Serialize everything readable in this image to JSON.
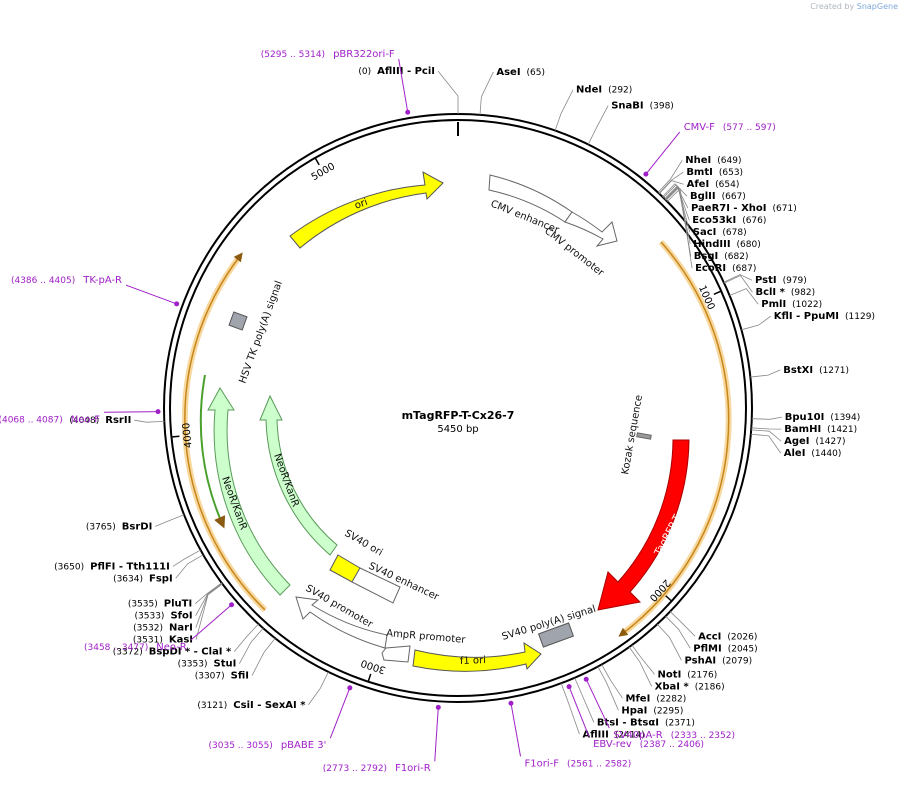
{
  "credit": {
    "prefix": "Created by",
    "brand": "SnapGene"
  },
  "plasmid": {
    "name": "mTagRFP-T-Cx26-7",
    "length_label": "5450 bp",
    "length": 5450
  },
  "ticks": [
    {
      "pos": 1000,
      "label": "1000"
    },
    {
      "pos": 2000,
      "label": "2000"
    },
    {
      "pos": 3000,
      "label": "3000"
    },
    {
      "pos": 4000,
      "label": "4000"
    },
    {
      "pos": 5000,
      "label": "5000"
    }
  ],
  "sites_right": [
    {
      "name": "AseI",
      "pos_label": "(65)",
      "pos": 65
    },
    {
      "name": "NdeI",
      "pos_label": "(292)",
      "pos": 292
    },
    {
      "name": "SnaBI",
      "pos_label": "(398)",
      "pos": 398
    },
    {
      "name": "NheI",
      "pos_label": "(649)",
      "pos": 649
    },
    {
      "name": "BmtI",
      "pos_label": "(653)",
      "pos": 653
    },
    {
      "name": "AfeI",
      "pos_label": "(654)",
      "pos": 654
    },
    {
      "name": "BglII",
      "pos_label": "(667)",
      "pos": 667
    },
    {
      "name": "PaeR7I - XhoI",
      "pos_label": "(671)",
      "pos": 671
    },
    {
      "name": "Eco53kI",
      "pos_label": "(676)",
      "pos": 676
    },
    {
      "name": "SacI",
      "pos_label": "(678)",
      "pos": 678
    },
    {
      "name": "HindIII",
      "pos_label": "(680)",
      "pos": 680
    },
    {
      "name": "BsgI",
      "pos_label": "(682)",
      "pos": 682
    },
    {
      "name": "EcoRI",
      "pos_label": "(687)",
      "pos": 687
    },
    {
      "name": "PstI",
      "pos_label": "(979)",
      "pos": 979
    },
    {
      "name": "BclI *",
      "pos_label": "(982)",
      "pos": 982
    },
    {
      "name": "PmlI",
      "pos_label": "(1022)",
      "pos": 1022
    },
    {
      "name": "KflI - PpuMI",
      "pos_label": "(1129)",
      "pos": 1129
    },
    {
      "name": "BstXI",
      "pos_label": "(1271)",
      "pos": 1271
    },
    {
      "name": "Bpu10I",
      "pos_label": "(1394)",
      "pos": 1394
    },
    {
      "name": "BamHI",
      "pos_label": "(1421)",
      "pos": 1421
    },
    {
      "name": "AgeI",
      "pos_label": "(1427)",
      "pos": 1427
    },
    {
      "name": "AleI",
      "pos_label": "(1440)",
      "pos": 1440
    },
    {
      "name": "AccI",
      "pos_label": "(2026)",
      "pos": 2026
    },
    {
      "name": "PflMI",
      "pos_label": "(2045)",
      "pos": 2045
    },
    {
      "name": "PshAI",
      "pos_label": "(2079)",
      "pos": 2079
    },
    {
      "name": "NotI",
      "pos_label": "(2176)",
      "pos": 2176
    },
    {
      "name": "XbaI *",
      "pos_label": "(2186)",
      "pos": 2186
    },
    {
      "name": "MfeI",
      "pos_label": "(2282)",
      "pos": 2282
    },
    {
      "name": "HpaI",
      "pos_label": "(2295)",
      "pos": 2295
    },
    {
      "name": "BtsI - BtsαI",
      "pos_label": "(2371)",
      "pos": 2371
    },
    {
      "name": "AflIII",
      "pos_label": "(2414)",
      "pos": 2414
    }
  ],
  "sites_left": [
    {
      "name": "AflIII - PciI",
      "pos_label": "(0)",
      "pos": 0
    },
    {
      "name": "CsiI - SexAI *",
      "pos_label": "(3121)",
      "pos": 3121
    },
    {
      "name": "SfiI",
      "pos_label": "(3307)",
      "pos": 3307
    },
    {
      "name": "StuI",
      "pos_label": "(3353)",
      "pos": 3353
    },
    {
      "name": "BspDI * - ClaI *",
      "pos_label": "(3372)",
      "pos": 3372
    },
    {
      "name": "KasI",
      "pos_label": "(3531)",
      "pos": 3531
    },
    {
      "name": "NarI",
      "pos_label": "(3532)",
      "pos": 3532
    },
    {
      "name": "SfoI",
      "pos_label": "(3533)",
      "pos": 3533
    },
    {
      "name": "PluTI",
      "pos_label": "(3535)",
      "pos": 3535
    },
    {
      "name": "FspI",
      "pos_label": "(3634)",
      "pos": 3634
    },
    {
      "name": "PflFI - Tth111I",
      "pos_label": "(3650)",
      "pos": 3650
    },
    {
      "name": "BsrDI",
      "pos_label": "(3765)",
      "pos": 3765
    },
    {
      "name": "RsrII",
      "pos_label": "(4048)",
      "pos": 4048
    }
  ],
  "primers": [
    {
      "name": "CMV-F",
      "range": "(577 .. 597)",
      "pos": 587
    },
    {
      "name": "SV40pA-R",
      "range": "(2333 .. 2352)",
      "pos": 2342
    },
    {
      "name": "EBV-rev",
      "range": "(2387 .. 2406)",
      "pos": 2396
    },
    {
      "name": "F1ori-F",
      "range": "(2561 .. 2582)",
      "pos": 2571
    },
    {
      "name": "F1ori-R",
      "range": "(2773 .. 2792)",
      "pos": 2782
    },
    {
      "name": "pBABE 3'",
      "range": "(3035 .. 3055)",
      "pos": 3045
    },
    {
      "name": "Neo-R",
      "range": "(3458 .. 3477)",
      "pos": 3467
    },
    {
      "name": "Neo-F",
      "range": "(4068 .. 4087)",
      "pos": 4077
    },
    {
      "name": "TK-pA-R",
      "range": "(4386 .. 4405)",
      "pos": 4395
    },
    {
      "name": "pBR322ori-F",
      "range": "(5295 .. 5314)",
      "pos": 5304
    }
  ],
  "features": [
    {
      "name": "ori",
      "color": "#ffff00"
    },
    {
      "name": "CMV enhancer",
      "color": "#ffffff"
    },
    {
      "name": "CMV promoter",
      "color": "#ffffff"
    },
    {
      "name": "Kozak sequence",
      "color": "#999999"
    },
    {
      "name": "TagRFP-T",
      "color": "#ff0000"
    },
    {
      "name": "SV40 poly(A) signal",
      "color": "#a0a4ac"
    },
    {
      "name": "f1 ori",
      "color": "#ffff00"
    },
    {
      "name": "AmpR promoter",
      "color": "#ffffff"
    },
    {
      "name": "SV40 promoter",
      "color": "#ffffff"
    },
    {
      "name": "SV40 ori",
      "color": "#ffff00"
    },
    {
      "name": "SV40 enhancer",
      "color": "#ffffff"
    },
    {
      "name": "NeoR/KanR",
      "color": "#ccffcc"
    },
    {
      "name": "NeoR/KanR",
      "color": "#ccffcc"
    },
    {
      "name": "HSV TK poly(A) signal",
      "color": "#a0a4ac"
    }
  ],
  "colors": {
    "primer": "#a020c8",
    "orf": "#f0a020",
    "backbone": "#000000"
  }
}
